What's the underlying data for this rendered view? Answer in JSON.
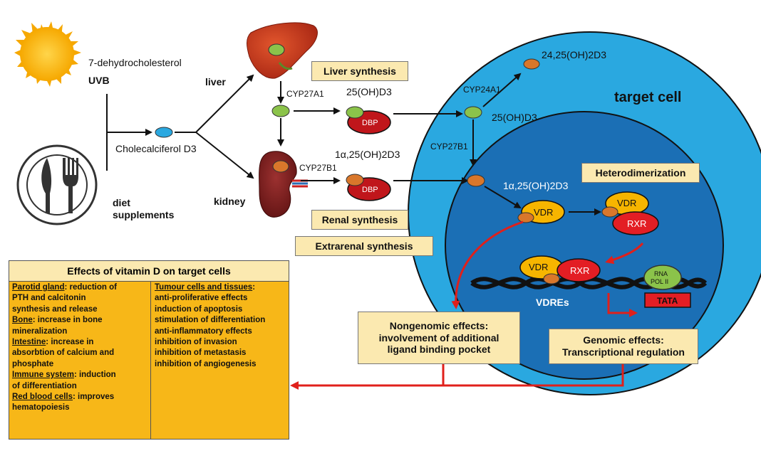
{
  "sources": {
    "sun_label": "7-dehydrocholesterol",
    "uvb_label": "UVB",
    "diet_label": "diet",
    "supplements_label": "supplements",
    "cholecalciferol_label": "Cholecalciferol D3"
  },
  "organs": {
    "liver_label": "liver",
    "kidney_label": "kidney"
  },
  "enzymes": {
    "cyp27a1": "CYP27A1",
    "cyp27b1_kidney": "CYP27B1",
    "cyp24a1": "CYP24A1",
    "cyp27b1_cell": "CYP27B1"
  },
  "metabolites": {
    "d25_dbp": "25(OH)D3",
    "d125_dbp": "1α,25(OH)2D3",
    "d2425": "24,25(OH)2D3",
    "d25_cell": "25(OH)D3",
    "d125_cell": "1α,25(OH)2D3",
    "dbp1": "DBP",
    "dbp2": "DBP"
  },
  "boxes": {
    "liver_synthesis": "Liver synthesis",
    "renal_synthesis": "Renal synthesis",
    "extrarenal_synthesis": "Extrarenal synthesis",
    "heterodimerization": "Heterodimerization",
    "nongenomic_line1": "Nongenomic effects:",
    "nongenomic_line2": "involvement of additional",
    "nongenomic_line3": "ligand binding pocket",
    "genomic_line1": "Genomic effects:",
    "genomic_line2": "Transcriptional regulation"
  },
  "cell": {
    "target_cell": "target cell",
    "vdr1": "VDR",
    "vdr2": "VDR",
    "rxr2": "RXR",
    "vdr3": "VDR",
    "rxr3": "RXR",
    "vdres": "VDREs",
    "rna_pol_line1": "RNA",
    "rna_pol_line2": "POL II",
    "tata": "TATA"
  },
  "effects": {
    "title": "Effects of vitamin D on target cells",
    "left": [
      {
        "head": "Parotid gland",
        "text": ": reduction of"
      },
      {
        "head": "",
        "text": "PTH and calcitonin"
      },
      {
        "head": "",
        "text": "synthesis and release"
      },
      {
        "head": "Bone",
        "text": ": increase in bone"
      },
      {
        "head": "",
        "text": "mineralization"
      },
      {
        "head": "Intestine",
        "text": ": increase in"
      },
      {
        "head": "",
        "text": "absorbtion of calcium and"
      },
      {
        "head": "",
        "text": "phosphate"
      },
      {
        "head": "Immune system",
        "text": ": induction"
      },
      {
        "head": "",
        "text": "of differentiation"
      },
      {
        "head": "Red blood cells",
        "text": ": improves"
      },
      {
        "head": "",
        "text": "hematopoiesis"
      }
    ],
    "right": [
      {
        "head": "Tumour cells and tissues",
        "text": ":"
      },
      {
        "head": "",
        "text": "anti-proliferative effects"
      },
      {
        "head": "",
        "text": "induction of apoptosis"
      },
      {
        "head": "",
        "text": "stimulation of differentiation"
      },
      {
        "head": "",
        "text": "anti-inflammatory effects"
      },
      {
        "head": "",
        "text": "inhibition of invasion"
      },
      {
        "head": "",
        "text": "inhibition of metastasis"
      },
      {
        "head": "",
        "text": "inhibition of angiogenesis"
      }
    ]
  },
  "colors": {
    "cell_outer": "#2aa8e0",
    "cell_inner": "#1b6fb5",
    "arrow_red": "#e0201b",
    "effects_fill": "#f7b718",
    "box_fill": "#fbe9b0",
    "dbp_fill": "#c0161b",
    "vdr_fill": "#f7b500",
    "rxr_fill": "#e31e24",
    "ligand_green": "#8bc34a",
    "ligand_orange": "#d9772b"
  }
}
